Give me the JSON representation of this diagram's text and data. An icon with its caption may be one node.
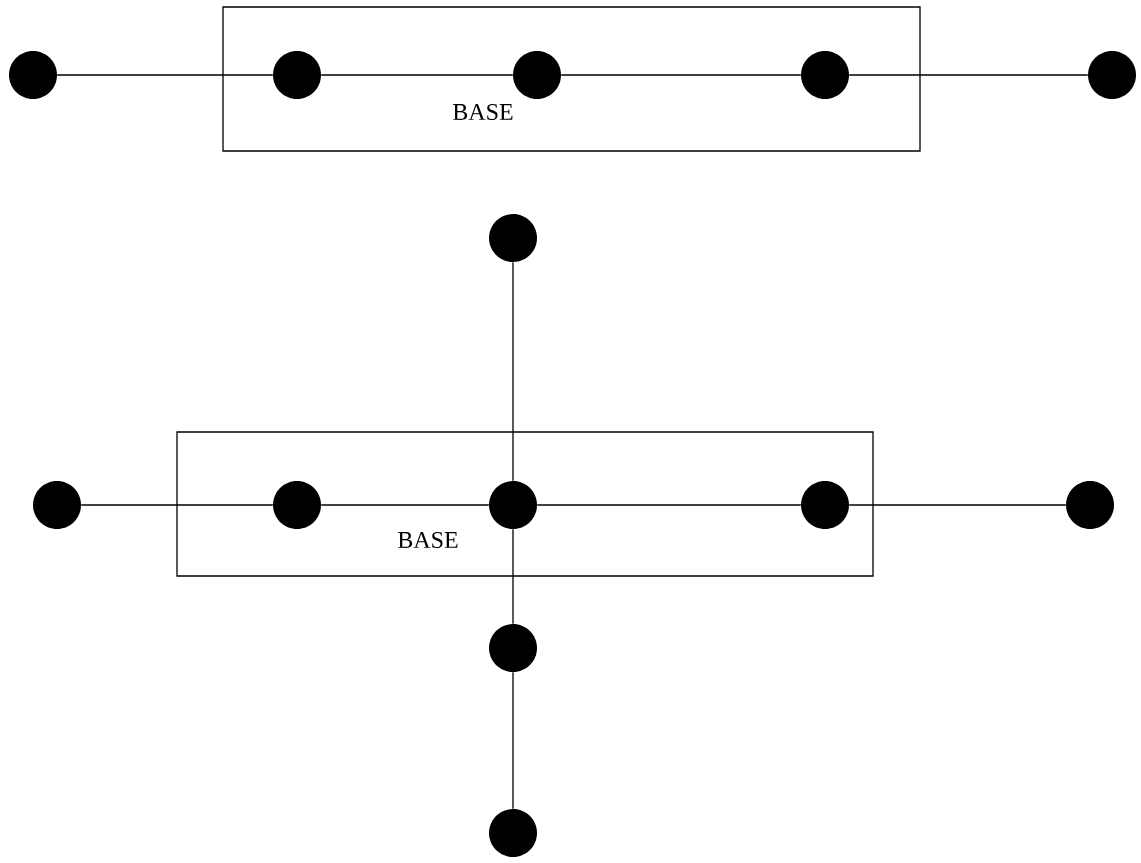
{
  "diagram": {
    "nodes": [
      {
        "text": [
          "BASE"
        ]
      },
      {
        "text": [],
        "shape": "circle"
      },
      {
        "text": [],
        "shape": "circle",
        "in": 0
      },
      {
        "text": [],
        "shape": "circle",
        "in": 0
      },
      {
        "text": [],
        "shape": "circle",
        "in": 0
      },
      {
        "text": [],
        "shape": "circle"
      },
      {
        "text": [],
        "shape": "circle"
      },
      {
        "text": [
          "BASE"
        ]
      },
      {
        "text": [],
        "shape": "circle"
      },
      {
        "text": [],
        "shape": "circle",
        "in": 7
      },
      {
        "text": [],
        "shape": "circle",
        "in": 7
      },
      {
        "text": [],
        "shape": "circle",
        "in": 7
      },
      {
        "text": [],
        "shape": "circle"
      },
      {
        "text": [],
        "shape": "circle"
      },
      {
        "text": [],
        "shape": "circle"
      }
    ],
    "edges": [
      {
        "from": 1,
        "to": 2,
        "arrow": "none"
      },
      {
        "from": 2,
        "to": 3,
        "arrow": "none"
      },
      {
        "from": 3,
        "to": 4,
        "arrow": "none"
      },
      {
        "from": 4,
        "to": 5,
        "arrow": "none"
      },
      {
        "from": 8,
        "to": 9,
        "arrow": "none"
      },
      {
        "from": 9,
        "to": 10,
        "arrow": "none"
      },
      {
        "from": 10,
        "to": 11,
        "arrow": "none"
      },
      {
        "from": 11,
        "to": 12,
        "arrow": "none"
      },
      {
        "from": 6,
        "to": 10,
        "arrow": "none"
      },
      {
        "from": 10,
        "to": 13,
        "arrow": "none"
      },
      {
        "from": 13,
        "to": 14,
        "arrow": "none"
      }
    ]
  }
}
